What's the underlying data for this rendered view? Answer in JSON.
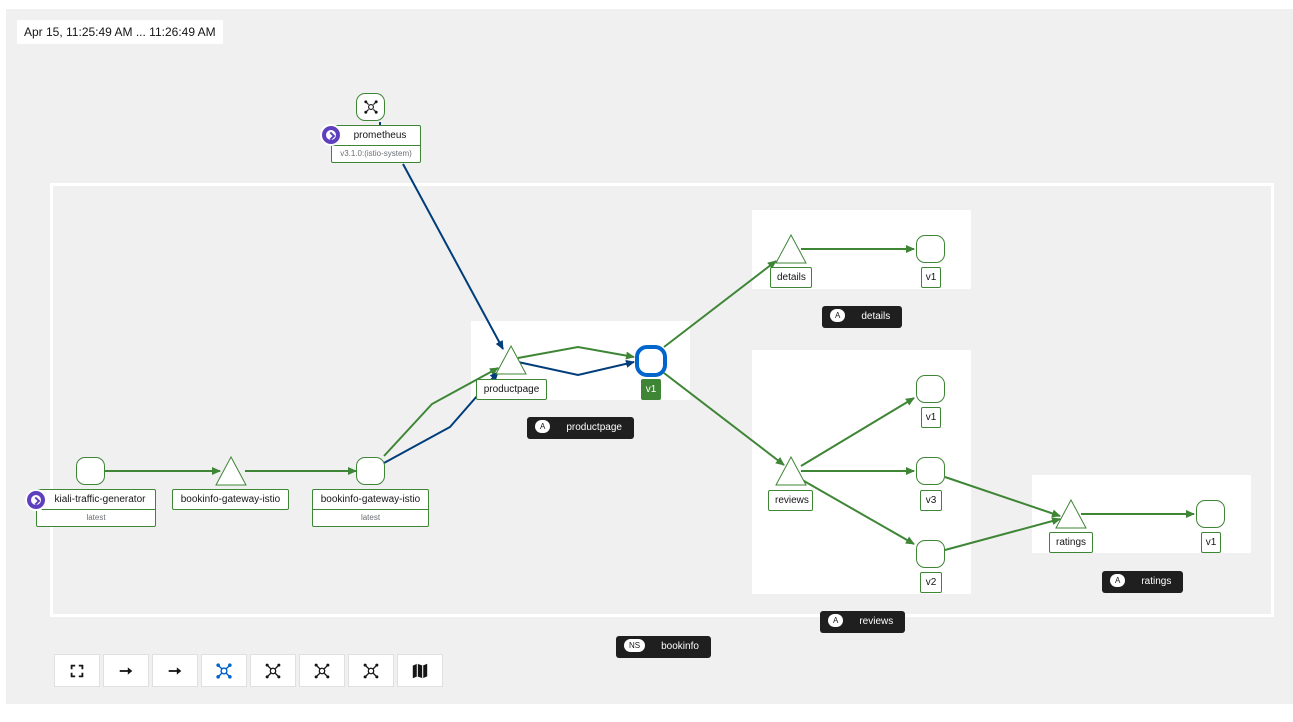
{
  "time_range": "Apr 15, 11:25:49 AM ... 11:26:49 AM",
  "namespace_tag": {
    "pill": "NS",
    "label": "bookinfo"
  },
  "app_tags": {
    "details": {
      "pill": "A",
      "label": "details"
    },
    "productpage": {
      "pill": "A",
      "label": "productpage"
    },
    "reviews": {
      "pill": "A",
      "label": "reviews"
    },
    "ratings": {
      "pill": "A",
      "label": "ratings"
    }
  },
  "nodes": {
    "prometheus": {
      "label": "prometheus",
      "sub": "v3.1.0:(istio-system)"
    },
    "kiali_traffic_generator": {
      "label": "kiali-traffic-generator",
      "sub": "latest"
    },
    "gateway_service": {
      "label": "bookinfo-gateway-istio"
    },
    "gateway_workload": {
      "label": "bookinfo-gateway-istio",
      "sub": "latest"
    },
    "productpage_service": {
      "label": "productpage"
    },
    "productpage_v1": {
      "label": "v1"
    },
    "details_service": {
      "label": "details"
    },
    "details_v1": {
      "label": "v1"
    },
    "reviews_service": {
      "label": "reviews"
    },
    "reviews_v1": {
      "label": "v1"
    },
    "reviews_v2": {
      "label": "v2"
    },
    "reviews_v3": {
      "label": "v3"
    },
    "ratings_service": {
      "label": "ratings"
    },
    "ratings_v1": {
      "label": "v1"
    }
  },
  "colors": {
    "healthy_edge": "#3e8635",
    "tcp_edge": "#003d7a",
    "selected": "#0066cc",
    "external_badge": "#5e40be"
  },
  "toolbar": {
    "buttons": [
      {
        "icon": "expand-icon",
        "glyph": "⛶"
      },
      {
        "icon": "arrow-right-icon",
        "glyph": "→"
      },
      {
        "icon": "arrow-right-icon",
        "glyph": "→"
      },
      {
        "icon": "topology-icon",
        "glyph": ""
      },
      {
        "icon": "topology-icon",
        "glyph": ""
      },
      {
        "icon": "topology-icon",
        "glyph": ""
      },
      {
        "icon": "topology-icon",
        "glyph": ""
      },
      {
        "icon": "map-icon",
        "glyph": ""
      }
    ]
  }
}
